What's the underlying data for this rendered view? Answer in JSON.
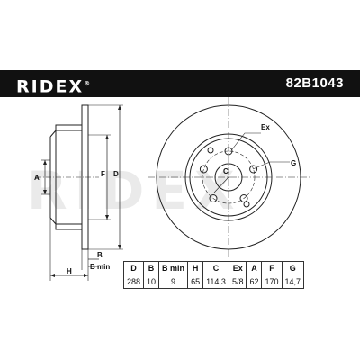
{
  "header": {
    "brand": "RIDEX",
    "part_number": "82B1043"
  },
  "side_view_labels": {
    "a": "A",
    "f": "F",
    "d": "D",
    "b": "B",
    "b_min": "B min",
    "h": "H"
  },
  "front_view_labels": {
    "ex": "Ex",
    "g": "G",
    "c": "C"
  },
  "spec_table": {
    "headers": [
      "D",
      "B",
      "B min",
      "H",
      "C",
      "Ex",
      "A",
      "F",
      "G"
    ],
    "values": [
      "288",
      "10",
      "9",
      "65",
      "114,3",
      "5/8",
      "62",
      "170",
      "14,7"
    ]
  },
  "watermark": "RIDEX"
}
